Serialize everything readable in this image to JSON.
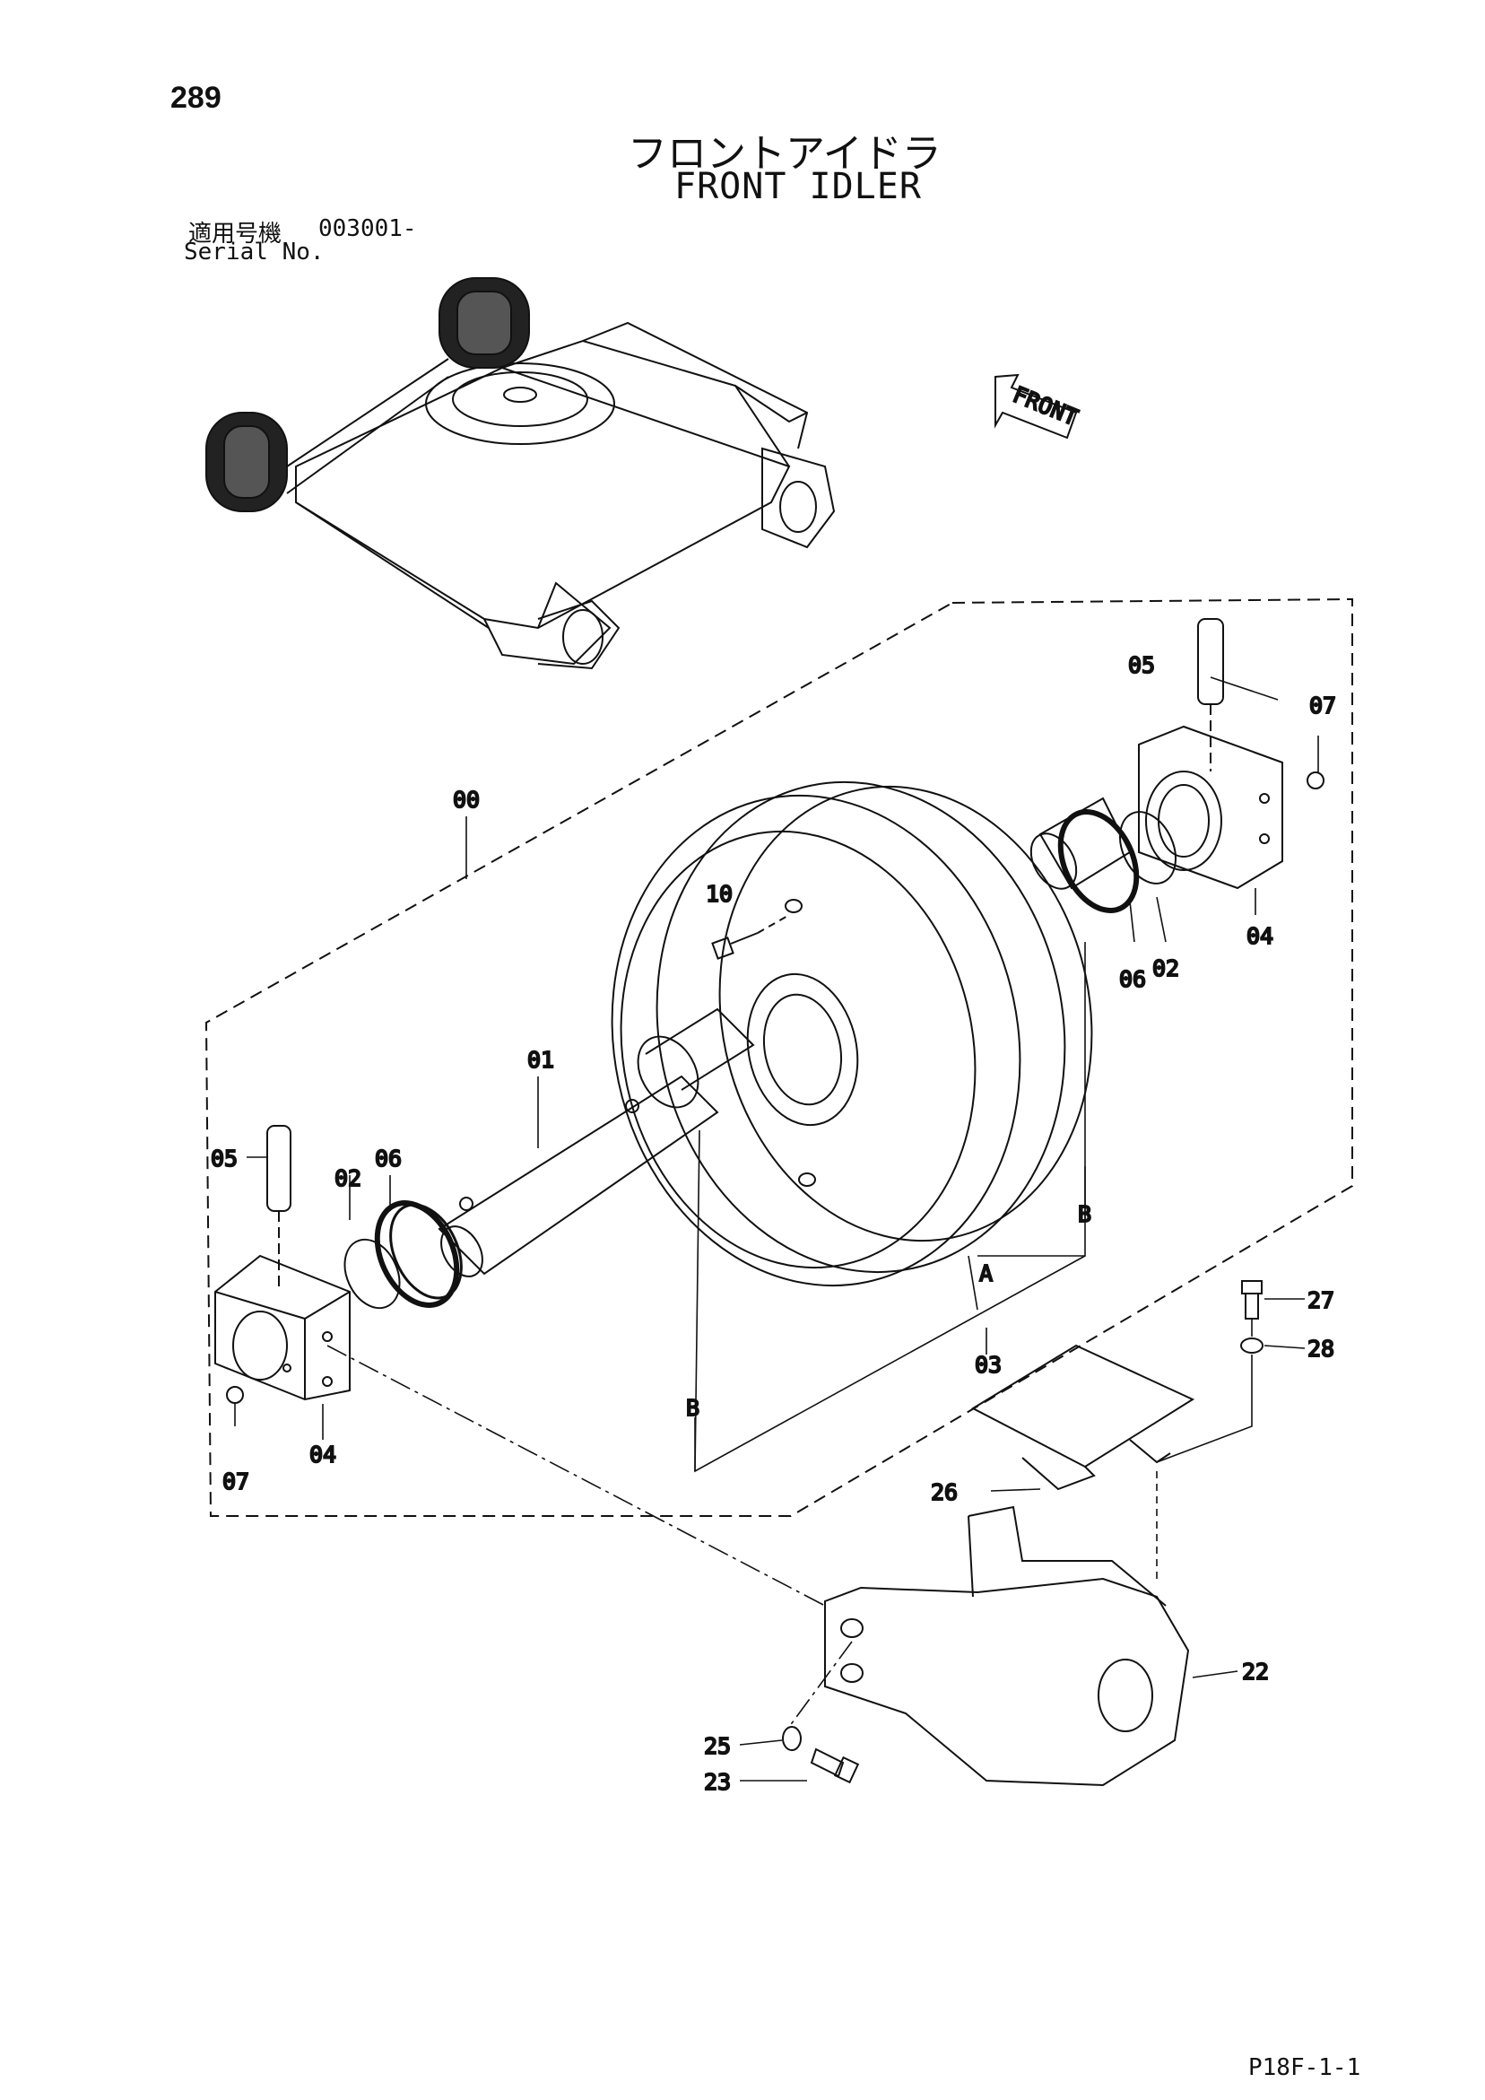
{
  "page_number": "289",
  "title_jp": "フロントアイドラ",
  "title_en": "FRONT IDLER",
  "serial_label_jp": "適用号機",
  "serial_value": "003001-",
  "serial_label_en": "Serial No.",
  "front_arrow_label": "FRONT",
  "page_code": "P18F-1-1",
  "callouts": {
    "c00": "00",
    "c01": "01",
    "c02a": "02",
    "c02b": "02",
    "c03": "03",
    "c04a": "04",
    "c04b": "04",
    "c05a": "05",
    "c05b": "05",
    "c06a": "06",
    "c06b": "06",
    "c07a": "07",
    "c07b": "07",
    "c10": "10",
    "c22": "22",
    "c23": "23",
    "c25": "25",
    "c26": "26",
    "c27": "27",
    "c28": "28",
    "refA": "A",
    "refB1": "B",
    "refB2": "B"
  }
}
